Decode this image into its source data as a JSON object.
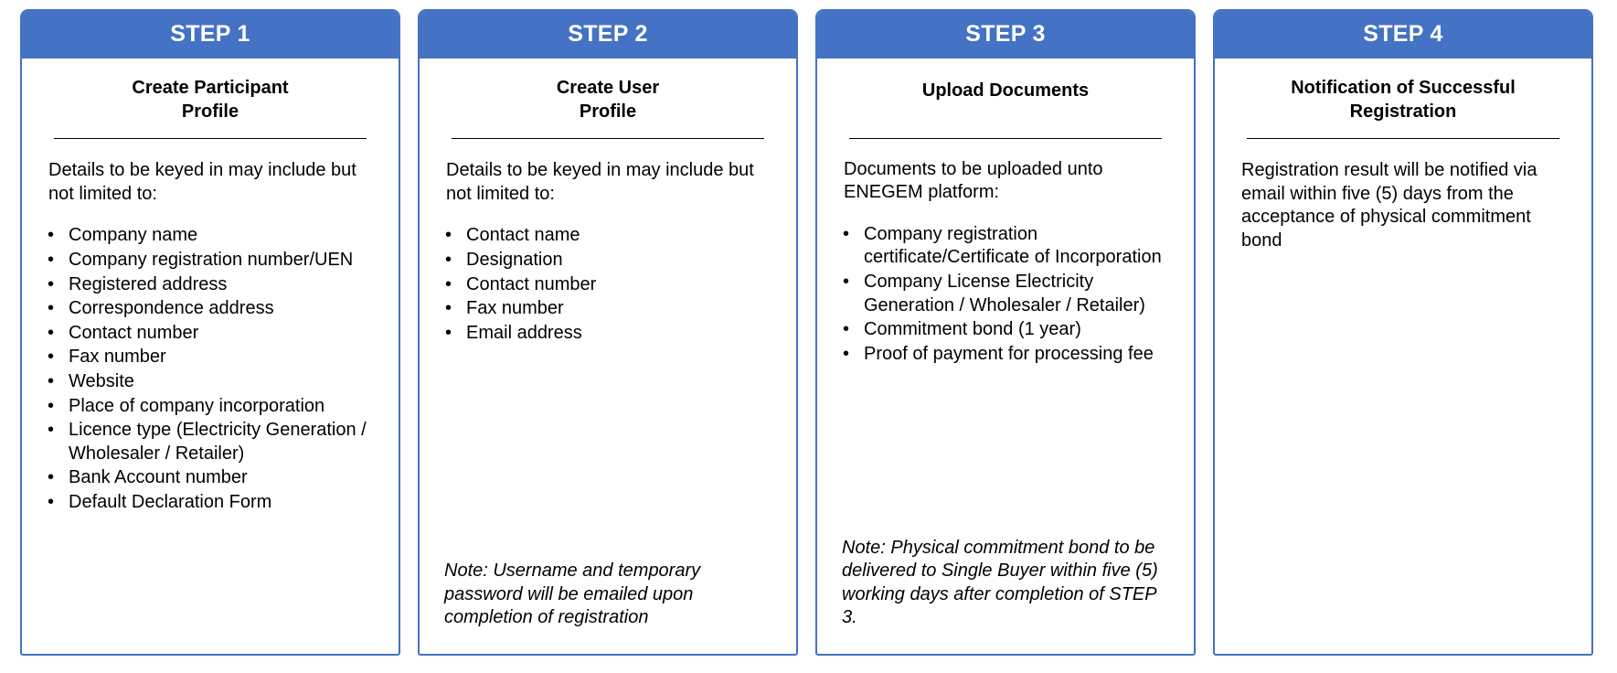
{
  "diagram": {
    "type": "process-steps",
    "accent_color": "#4472C4",
    "header_text_color": "#FFFFFF",
    "background_color": "#FFFFFF",
    "card_count": 4
  },
  "steps": [
    {
      "header": "STEP 1",
      "title": "Create Participant\nProfile",
      "title_line1": "Create Participant",
      "title_line2": "Profile",
      "intro": "Details to be keyed in may include but not limited to:",
      "bullets": [
        "Company name",
        "Company registration number/UEN",
        "Registered address",
        "Correspondence address",
        "Contact number",
        "Fax number",
        "Website",
        "Place of company incorporation",
        "Licence type (Electricity Generation / Wholesaler / Retailer)",
        "Bank Account number",
        "Default Declaration Form"
      ],
      "note": ""
    },
    {
      "header": "STEP 2",
      "title": "Create User\nProfile",
      "title_line1": "Create User",
      "title_line2": "Profile",
      "intro": "Details to be keyed in may include but not limited to:",
      "bullets": [
        "Contact name",
        "Designation",
        "Contact number",
        "Fax number",
        "Email address"
      ],
      "note": "Note: Username and temporary password will be emailed upon completion of registration"
    },
    {
      "header": "STEP 3",
      "title": "Upload Documents",
      "title_line1": "Upload Documents",
      "title_line2": "",
      "intro": "Documents to be uploaded unto ENEGEM platform:",
      "bullets": [
        "Company registration certificate/Certificate of Incorporation",
        "Company License Electricity Generation / Wholesaler / Retailer)",
        "Commitment bond (1 year)",
        "Proof of payment for processing fee"
      ],
      "note": "Note: Physical commitment bond to be delivered to Single Buyer within five (5) working days after completion of STEP 3."
    },
    {
      "header": "STEP 4",
      "title": "Notification of Successful\nRegistration",
      "title_line1": "Notification of Successful",
      "title_line2": "Registration",
      "intro": "Registration result will be notified via email within five (5) days from the acceptance of physical commitment bond",
      "bullets": [],
      "note": ""
    }
  ]
}
